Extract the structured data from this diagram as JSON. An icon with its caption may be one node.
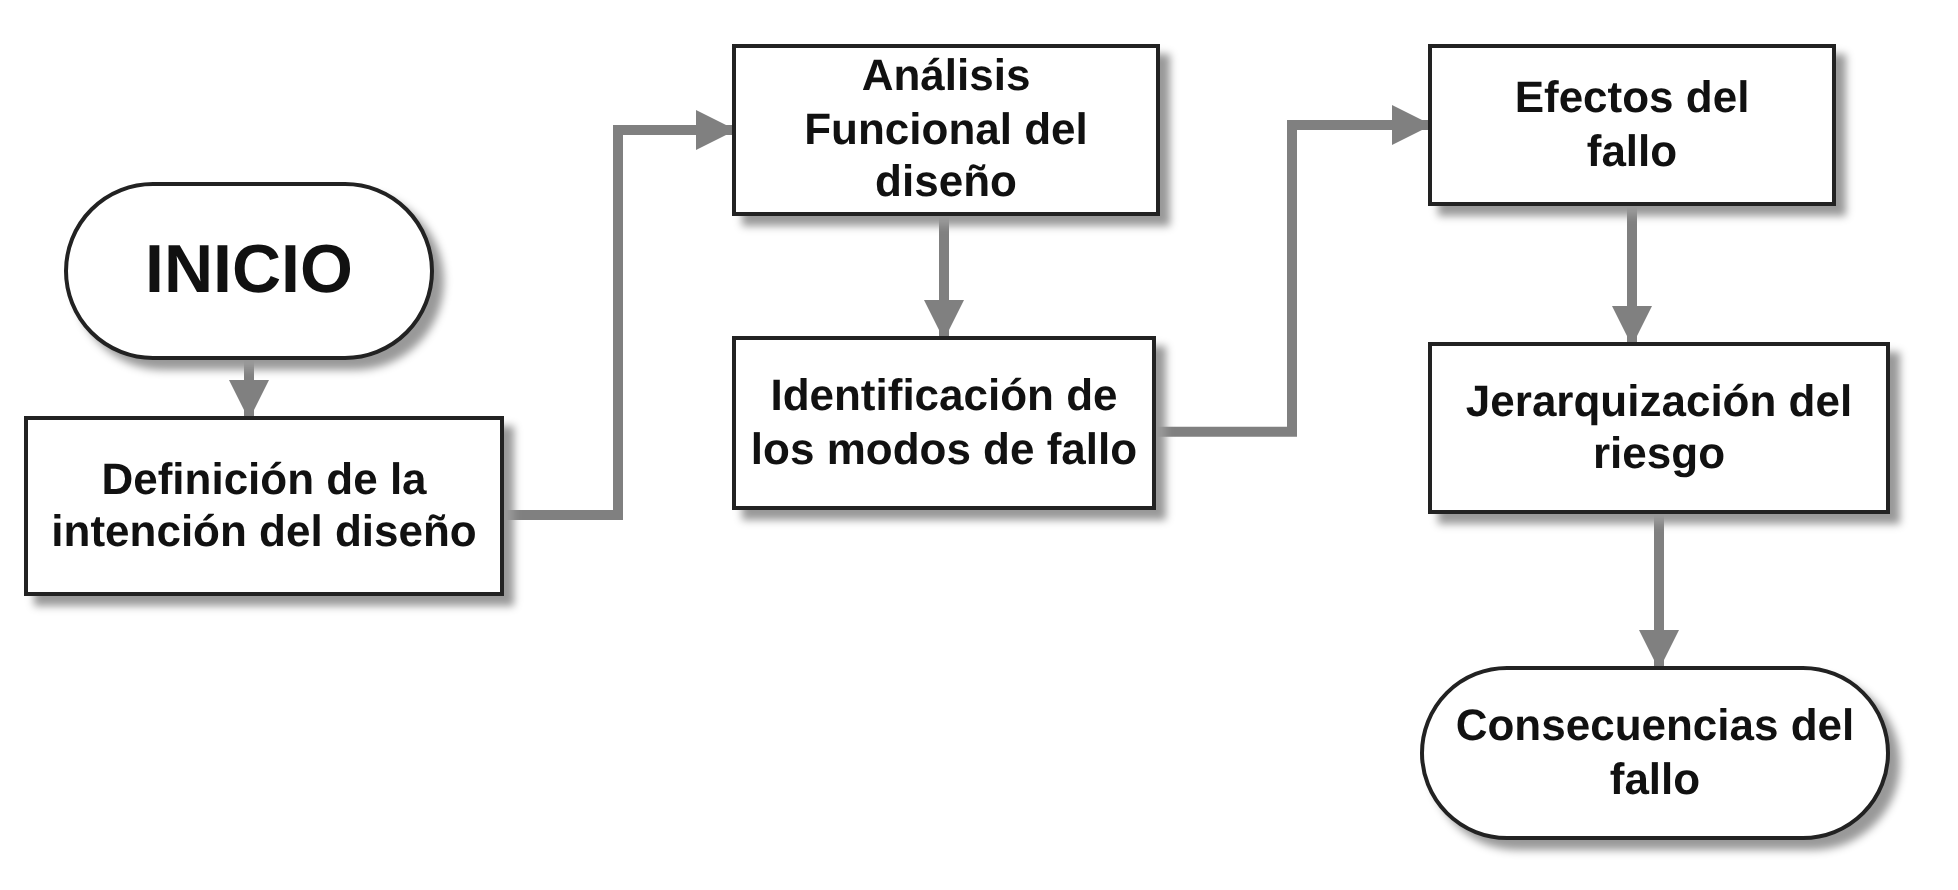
{
  "diagram": {
    "nodes": [
      {
        "text": [
          "INICIO"
        ]
      },
      {
        "text": [
          "Definición de la intención del diseño"
        ]
      },
      {
        "text": [
          "Análisis Funcional del diseño"
        ]
      },
      {
        "text": [
          "Identificación de los modos de fallo"
        ]
      },
      {
        "text": [
          "Efectos del fallo"
        ]
      },
      {
        "text": [
          "Jerarquización del riesgo"
        ]
      },
      {
        "text": [
          "Consecuencias del fallo"
        ]
      }
    ],
    "edges": [
      {
        "from": 0,
        "to": 1,
        "arrow": "to"
      },
      {
        "from": 1,
        "to": 2,
        "arrow": "to"
      },
      {
        "from": 2,
        "to": 3,
        "arrow": "to"
      },
      {
        "from": 3,
        "to": 4,
        "arrow": "to"
      },
      {
        "from": 4,
        "to": 5,
        "arrow": "to"
      },
      {
        "from": 5,
        "to": 6,
        "arrow": "to"
      }
    ]
  }
}
